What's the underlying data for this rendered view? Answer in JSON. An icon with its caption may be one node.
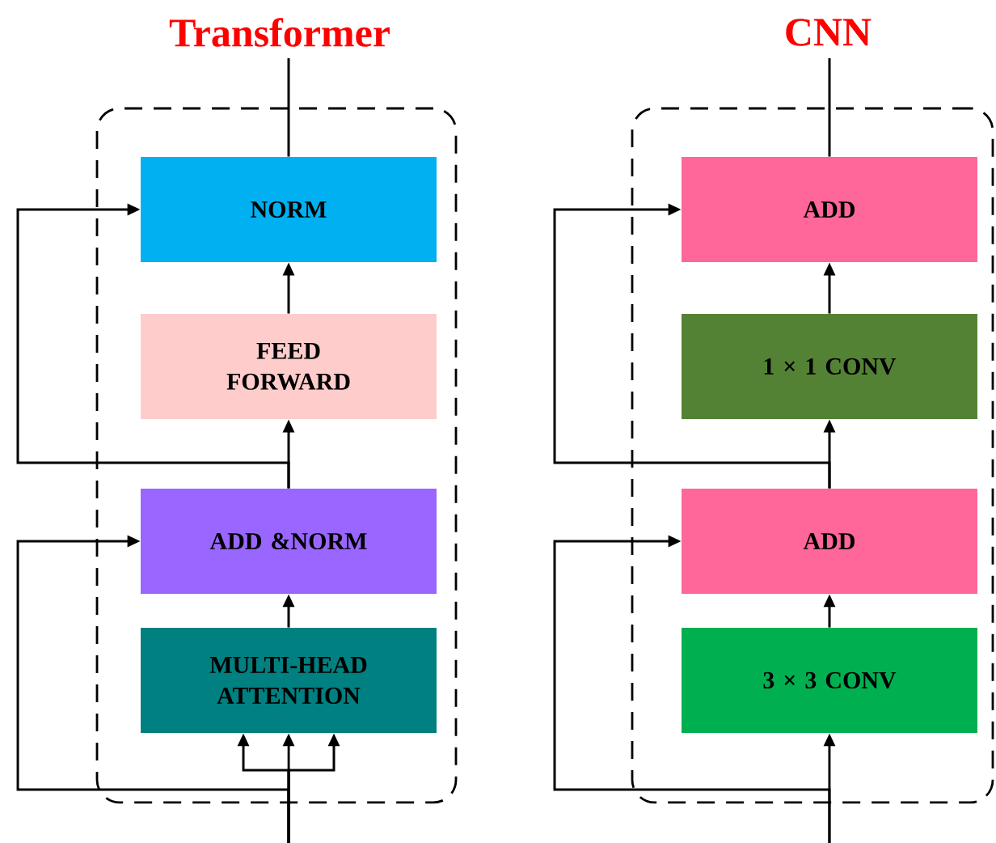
{
  "diagram": {
    "nodes": [
      {
        "text": [
          "Transformer"
        ]
      },
      {
        "text": [
          "NORM"
        ],
        "in": 0
      },
      {
        "text": [
          "FEED FORWARD"
        ],
        "in": 0
      },
      {
        "text": [
          "ADD &NORM"
        ],
        "in": 0
      },
      {
        "text": [
          "MULTI-HEAD ATTENTION"
        ],
        "in": 0
      },
      {
        "text": [
          "CNN"
        ]
      },
      {
        "text": [
          "ADD"
        ],
        "in": 5
      },
      {
        "text": [
          "1 × 1 CONV"
        ],
        "in": 5
      },
      {
        "text": [
          "ADD"
        ],
        "in": 5
      },
      {
        "text": [
          "3 × 3 CONV"
        ],
        "in": 5
      }
    ],
    "edges": [
      {
        "from": 2,
        "to": 1,
        "arrow": "to"
      },
      {
        "from": 3,
        "to": 2,
        "arrow": "to"
      },
      {
        "from": 4,
        "to": 3,
        "arrow": "to"
      },
      {
        "from": 3,
        "to": 1,
        "arrow": "to"
      },
      {
        "from": null,
        "to": 4,
        "arrow": "to"
      },
      {
        "from": null,
        "to": 4,
        "arrow": "to"
      },
      {
        "from": null,
        "to": 4,
        "arrow": "to"
      },
      {
        "from": null,
        "to": 3,
        "arrow": "to"
      },
      {
        "from": 1,
        "to": null,
        "arrow": "none"
      },
      {
        "from": 7,
        "to": 6,
        "arrow": "to"
      },
      {
        "from": 8,
        "to": 7,
        "arrow": "to"
      },
      {
        "from": 9,
        "to": 8,
        "arrow": "to"
      },
      {
        "from": 8,
        "to": 6,
        "arrow": "to"
      },
      {
        "from": null,
        "to": 9,
        "arrow": "to"
      },
      {
        "from": null,
        "to": 8,
        "arrow": "to"
      },
      {
        "from": 6,
        "to": null,
        "arrow": "none"
      }
    ]
  }
}
